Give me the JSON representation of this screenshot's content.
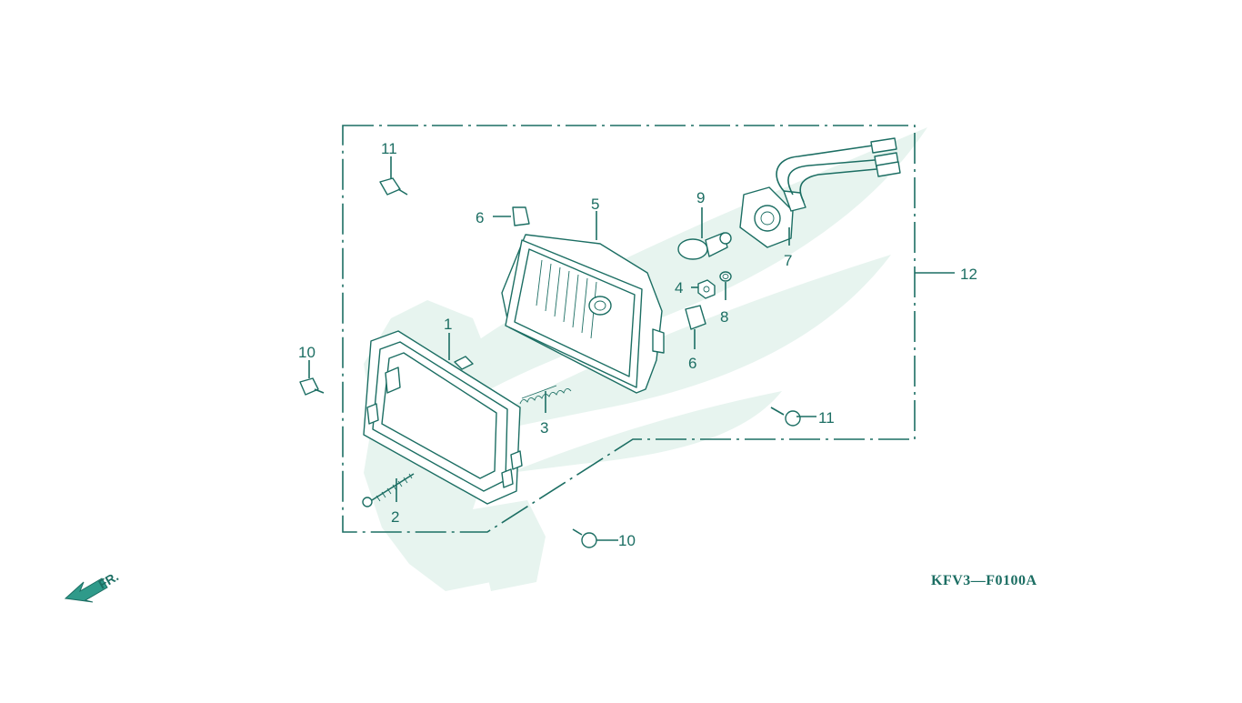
{
  "diagram": {
    "frame_callout": "12",
    "diagram_code": "KFV3—F0100A",
    "direction_label": "FR.",
    "callouts": {
      "p1": "1",
      "p2": "2",
      "p3": "3",
      "p4": "4",
      "p5": "5",
      "p6a": "6",
      "p6b": "6",
      "p7": "7",
      "p8": "8",
      "p9": "9",
      "p10a": "10",
      "p10b": "10",
      "p11a": "11",
      "p11b": "11"
    }
  },
  "colors": {
    "line": "#1c6e63",
    "watermark": "#e7f4ef",
    "background": "#ffffff"
  }
}
